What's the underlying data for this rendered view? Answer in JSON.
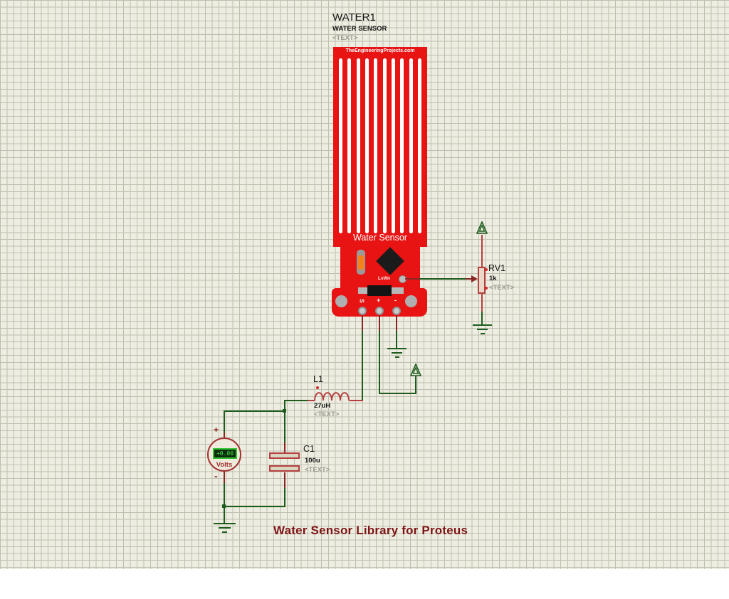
{
  "title": {
    "text": "Water Sensor Library for Proteus"
  },
  "water_sensor": {
    "ref": "WATER1",
    "part": "WATER SENSOR",
    "placeholder": "<TEXT>",
    "board_header": "TheEngineeringProjects.com",
    "board_label": "Water Sensor",
    "chip_label": "Lvl/In",
    "pads": [
      "S",
      "+",
      "-"
    ]
  },
  "pot": {
    "ref": "RV1",
    "value": "1k",
    "placeholder": "<TEXT>"
  },
  "inductor": {
    "ref": "L1",
    "value": "27uH",
    "placeholder": "<TEXT>"
  },
  "capacitor": {
    "ref": "C1",
    "value": "100u",
    "placeholder": "<TEXT>"
  },
  "voltmeter": {
    "reading": "+0.00",
    "unit": "Volts",
    "plus": "+",
    "minus": "-"
  },
  "colors": {
    "board_red": "#E81313",
    "wire_green": "#1E5C1E",
    "pin_red": "#8B2626",
    "part_red": "#B64040",
    "grid_bg": "#EDEDE1",
    "grid_line": "#BFBFB0",
    "title_maroon": "#7E1416",
    "label_grey": "#9B9B93",
    "lcd_green": "#33EE33"
  }
}
